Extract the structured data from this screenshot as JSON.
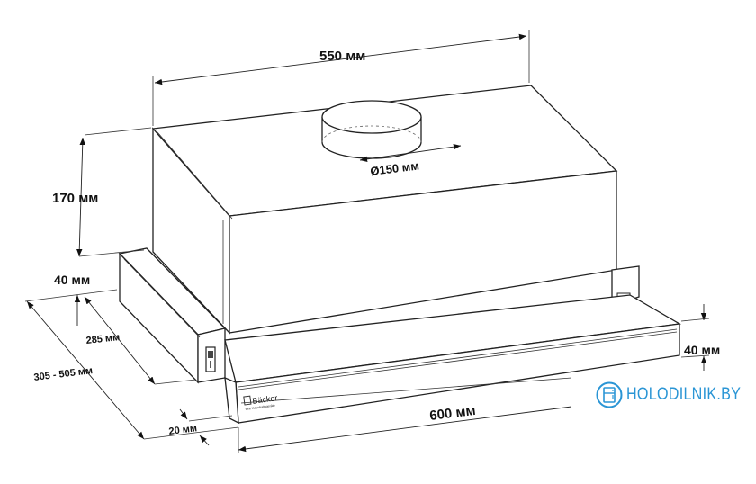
{
  "dimensions": {
    "width": "550 мм",
    "duct_diameter": "Ø150 мм",
    "body_height": "170 мм",
    "tray_height_left": "40 мм",
    "body_depth": "285  мм",
    "extended_depth": "305 - 505 мм",
    "panel_depth": "20 мм",
    "panel_width": "600 мм",
    "panel_height_right": "40 мм"
  },
  "brand": {
    "name": "Bäcker",
    "tagline": "Ihre Haushaltsgeräte"
  },
  "watermark": {
    "text": "HOLODILNIK.BY",
    "color": "#2a95d5",
    "icon": "fridge-icon"
  }
}
